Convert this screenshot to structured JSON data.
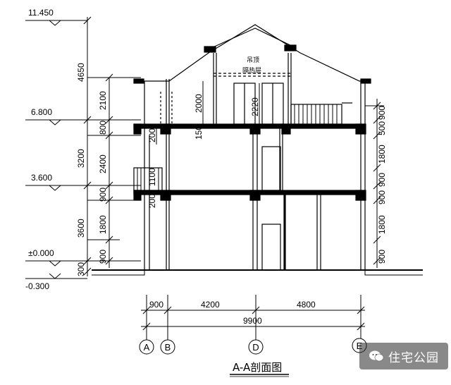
{
  "levels": [
    "11.450",
    "6.800",
    "3.600",
    "±0.000",
    "-0.300"
  ],
  "left_dims": {
    "total": [
      "4650",
      "3200",
      "3600",
      "300"
    ],
    "partial": [
      "2100",
      "800",
      "2400",
      "900",
      "1800",
      "900"
    ]
  },
  "inner_dims": [
    "2000",
    "150",
    "200",
    "1100",
    "200",
    "2220"
  ],
  "right_dims": [
    "900",
    "500",
    "1800",
    "900",
    "900",
    "1800",
    "900"
  ],
  "roof_labels": [
    "吊顶",
    "隔热层"
  ],
  "bottom_dims": {
    "spans": [
      "900",
      "4200",
      "4800"
    ],
    "total": "9900"
  },
  "axes": [
    "A",
    "B",
    "D",
    "E"
  ],
  "drawing_title": "A-A剖面图",
  "watermark": "住宅公园"
}
